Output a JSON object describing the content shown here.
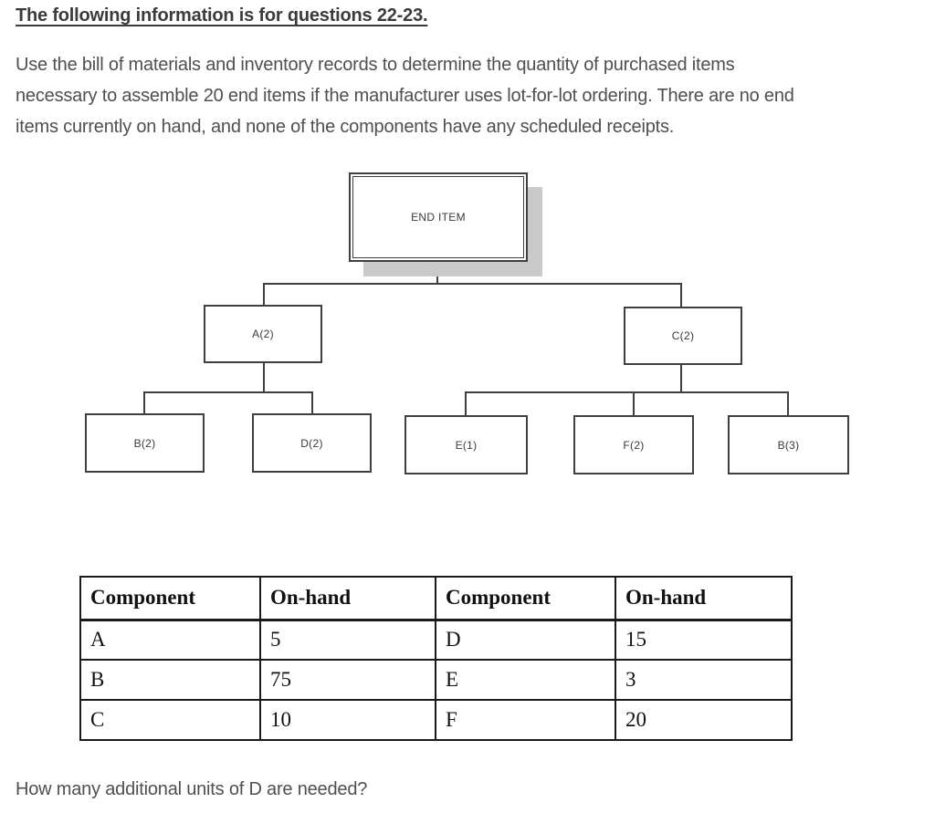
{
  "page": {
    "heading": "The following information is for questions 22-23.",
    "intro_lines": [
      "Use the bill of materials and inventory records to determine the quantity of purchased items",
      "necessary to assemble 20 end items if the manufacturer uses lot-for-lot ordering. There are no end",
      "items currently on hand, and none of the components have any scheduled receipts."
    ],
    "question": "How many additional units of D are needed?"
  },
  "diagram": {
    "type": "bill-of-materials-product-structure-tree",
    "root": {
      "label": "END ITEM"
    },
    "level2": [
      {
        "label": "A(2)",
        "parent": "END ITEM"
      },
      {
        "label": "C(2)",
        "parent": "END ITEM"
      }
    ],
    "level3": [
      {
        "label": "B(2)",
        "parent": "A(2)"
      },
      {
        "label": "D(2)",
        "parent": "A(2)"
      },
      {
        "label": "E(1)",
        "parent": "C(2)"
      },
      {
        "label": "F(2)",
        "parent": "C(2)"
      },
      {
        "label": "B(3)",
        "parent": "C(2)"
      }
    ]
  },
  "table": {
    "headers": [
      "Component",
      "On-hand",
      "Component",
      "On-hand"
    ],
    "rows": [
      [
        "A",
        "5",
        "D",
        "15"
      ],
      [
        "B",
        "75",
        "E",
        "3"
      ],
      [
        "C",
        "10",
        "F",
        "20"
      ]
    ]
  },
  "colors": {
    "body_text": "#4f4f4f",
    "heading_text": "#3b3b3b",
    "diagram_line": "#3f3f3f",
    "root_shadow": "#c9c9c9",
    "table_border": "#1a1a1a"
  }
}
